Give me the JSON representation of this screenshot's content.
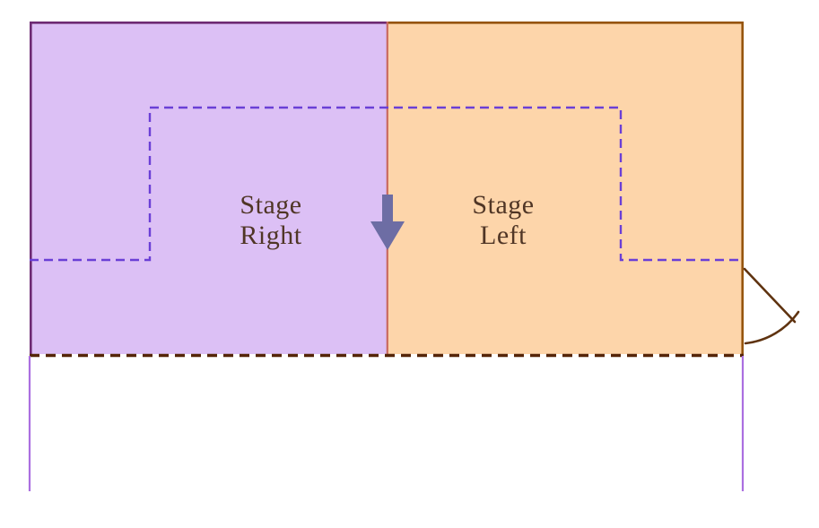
{
  "figure": {
    "title": "stage-orientation-diagram",
    "regions": {
      "stage_right": {
        "label": "Stage Right",
        "label_line1": "Stage",
        "label_line2": "Right"
      },
      "stage_left": {
        "label": "Stage Left",
        "label_line1": "Stage",
        "label_line2": "Left"
      }
    },
    "annotations": {
      "audience_arrow": "downward-arrow",
      "crossover_path": "dashed-rectangular-path",
      "stage_edge": "dashed-line",
      "door": "door-swing-symbol"
    }
  },
  "colors": {
    "stage_right_fill": "#dcc0f5",
    "stage_right_border": "#6e2a73",
    "stage_left_fill": "#fdd5aa",
    "stage_left_border": "#96550f",
    "center_divider": "#c96a5f",
    "crossover_dashes": "#6a3fd6",
    "stage_edge_dashes": "#552508",
    "apron_lines": "#ab6fe0",
    "arrow": "#6d6da4",
    "door": "#5f3310",
    "label_text": "#503626"
  }
}
